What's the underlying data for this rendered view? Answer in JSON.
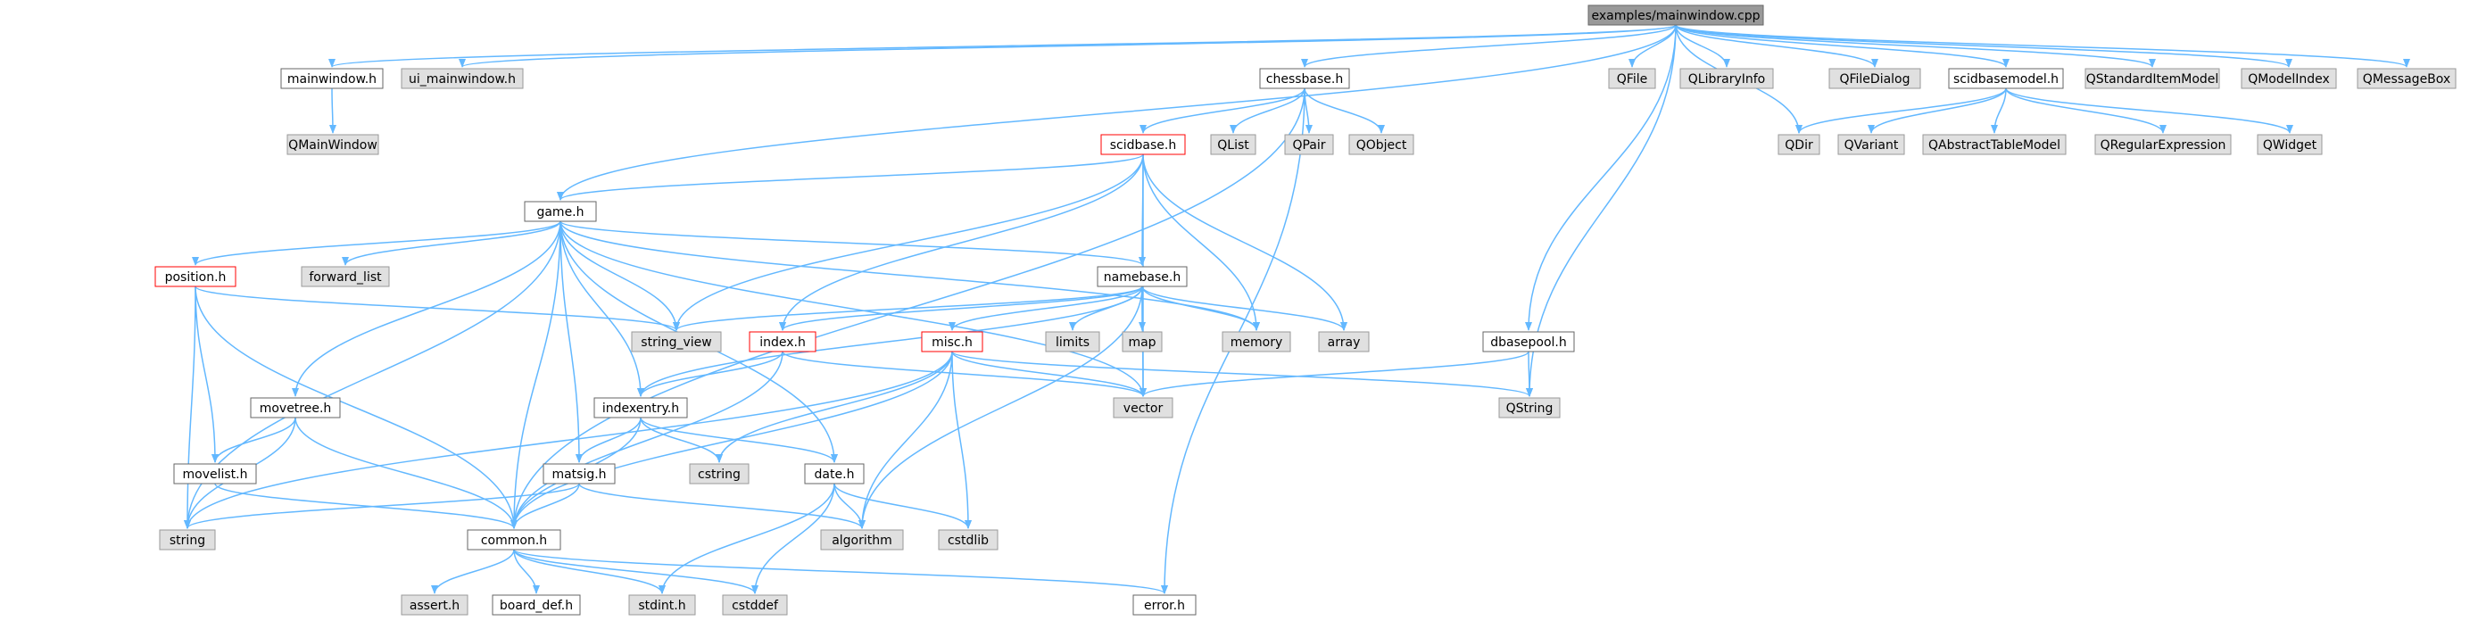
{
  "graph": {
    "colors": {
      "edge": "#63b8ff",
      "root_fill": "#999999",
      "root_border": "#666666",
      "internal_fill": "#ffffff",
      "internal_border": "#666666",
      "incomplete_border": "#ff0000",
      "external_fill": "#e0e0e0",
      "external_border": "#999999"
    },
    "nodes": [
      {
        "id": "root",
        "label": "examples/mainwindow.cpp",
        "kind": "root"
      },
      {
        "id": "mainwindow_h",
        "label": "mainwindow.h",
        "kind": "internal"
      },
      {
        "id": "ui_mainwindow_h",
        "label": "ui_mainwindow.h",
        "kind": "external"
      },
      {
        "id": "chessbase_h",
        "label": "chessbase.h",
        "kind": "internal"
      },
      {
        "id": "QFile",
        "label": "QFile",
        "kind": "external"
      },
      {
        "id": "QLibraryInfo",
        "label": "QLibraryInfo",
        "kind": "external"
      },
      {
        "id": "QFileDialog",
        "label": "QFileDialog",
        "kind": "external"
      },
      {
        "id": "scidbasemodel_h",
        "label": "scidbasemodel.h",
        "kind": "internal"
      },
      {
        "id": "QStandardItemModel",
        "label": "QStandardItemModel",
        "kind": "external"
      },
      {
        "id": "QModelIndex",
        "label": "QModelIndex",
        "kind": "external"
      },
      {
        "id": "QMessageBox",
        "label": "QMessageBox",
        "kind": "external"
      },
      {
        "id": "QMainWindow",
        "label": "QMainWindow",
        "kind": "external"
      },
      {
        "id": "scidbase_h",
        "label": "scidbase.h",
        "kind": "incomplete"
      },
      {
        "id": "QList",
        "label": "QList",
        "kind": "external"
      },
      {
        "id": "QPair",
        "label": "QPair",
        "kind": "external"
      },
      {
        "id": "QObject",
        "label": "QObject",
        "kind": "external"
      },
      {
        "id": "QDir",
        "label": "QDir",
        "kind": "external"
      },
      {
        "id": "QVariant",
        "label": "QVariant",
        "kind": "external"
      },
      {
        "id": "QAbstractTableModel",
        "label": "QAbstractTableModel",
        "kind": "external"
      },
      {
        "id": "QRegularExpression",
        "label": "QRegularExpression",
        "kind": "external"
      },
      {
        "id": "QWidget",
        "label": "QWidget",
        "kind": "external"
      },
      {
        "id": "game_h",
        "label": "game.h",
        "kind": "internal"
      },
      {
        "id": "position_h",
        "label": "position.h",
        "kind": "incomplete"
      },
      {
        "id": "forward_list",
        "label": "forward_list",
        "kind": "external"
      },
      {
        "id": "namebase_h",
        "label": "namebase.h",
        "kind": "internal"
      },
      {
        "id": "string_view",
        "label": "string_view",
        "kind": "external"
      },
      {
        "id": "index_h",
        "label": "index.h",
        "kind": "incomplete"
      },
      {
        "id": "limits",
        "label": "limits",
        "kind": "external"
      },
      {
        "id": "map",
        "label": "map",
        "kind": "external"
      },
      {
        "id": "memory",
        "label": "memory",
        "kind": "external"
      },
      {
        "id": "array",
        "label": "array",
        "kind": "external"
      },
      {
        "id": "misc_h",
        "label": "misc.h",
        "kind": "incomplete"
      },
      {
        "id": "dbasepool_h",
        "label": "dbasepool.h",
        "kind": "internal"
      },
      {
        "id": "movetree_h",
        "label": "movetree.h",
        "kind": "internal"
      },
      {
        "id": "indexentry_h",
        "label": "indexentry.h",
        "kind": "internal"
      },
      {
        "id": "vector",
        "label": "vector",
        "kind": "external"
      },
      {
        "id": "QString",
        "label": "QString",
        "kind": "external"
      },
      {
        "id": "movelist_h",
        "label": "movelist.h",
        "kind": "internal"
      },
      {
        "id": "matsig_h",
        "label": "matsig.h",
        "kind": "internal"
      },
      {
        "id": "cstring",
        "label": "cstring",
        "kind": "external"
      },
      {
        "id": "date_h",
        "label": "date.h",
        "kind": "internal"
      },
      {
        "id": "string",
        "label": "string",
        "kind": "external"
      },
      {
        "id": "common_h",
        "label": "common.h",
        "kind": "internal"
      },
      {
        "id": "algorithm",
        "label": "algorithm",
        "kind": "external"
      },
      {
        "id": "cstdlib",
        "label": "cstdlib",
        "kind": "external"
      },
      {
        "id": "assert_h",
        "label": "assert.h",
        "kind": "external"
      },
      {
        "id": "board_def_h",
        "label": "board_def.h",
        "kind": "internal"
      },
      {
        "id": "stdint_h",
        "label": "stdint.h",
        "kind": "external"
      },
      {
        "id": "cstddef",
        "label": "cstddef",
        "kind": "external"
      },
      {
        "id": "error_h",
        "label": "error.h",
        "kind": "internal"
      }
    ],
    "edges": [
      [
        "root",
        "mainwindow_h"
      ],
      [
        "root",
        "ui_mainwindow_h"
      ],
      [
        "root",
        "chessbase_h"
      ],
      [
        "root",
        "game_h"
      ],
      [
        "root",
        "dbasepool_h"
      ],
      [
        "root",
        "QString"
      ],
      [
        "root",
        "QFile"
      ],
      [
        "root",
        "QLibraryInfo"
      ],
      [
        "root",
        "QDir"
      ],
      [
        "root",
        "QFileDialog"
      ],
      [
        "root",
        "scidbasemodel_h"
      ],
      [
        "root",
        "QStandardItemModel"
      ],
      [
        "root",
        "QModelIndex"
      ],
      [
        "root",
        "QMessageBox"
      ],
      [
        "mainwindow_h",
        "QMainWindow"
      ],
      [
        "chessbase_h",
        "scidbase_h"
      ],
      [
        "chessbase_h",
        "QList"
      ],
      [
        "chessbase_h",
        "QPair"
      ],
      [
        "chessbase_h",
        "QObject"
      ],
      [
        "chessbase_h",
        "common_h"
      ],
      [
        "chessbase_h",
        "error_h"
      ],
      [
        "scidbasemodel_h",
        "QDir"
      ],
      [
        "scidbasemodel_h",
        "QVariant"
      ],
      [
        "scidbasemodel_h",
        "QAbstractTableModel"
      ],
      [
        "scidbasemodel_h",
        "QRegularExpression"
      ],
      [
        "scidbasemodel_h",
        "QWidget"
      ],
      [
        "scidbase_h",
        "game_h"
      ],
      [
        "scidbase_h",
        "namebase_h"
      ],
      [
        "scidbase_h",
        "string_view"
      ],
      [
        "scidbase_h",
        "index_h"
      ],
      [
        "scidbase_h",
        "memory"
      ],
      [
        "scidbase_h",
        "array"
      ],
      [
        "scidbase_h",
        "vector"
      ],
      [
        "game_h",
        "position_h"
      ],
      [
        "game_h",
        "forward_list"
      ],
      [
        "game_h",
        "namebase_h"
      ],
      [
        "game_h",
        "string_view"
      ],
      [
        "game_h",
        "movetree_h"
      ],
      [
        "game_h",
        "indexentry_h"
      ],
      [
        "game_h",
        "matsig_h"
      ],
      [
        "game_h",
        "date_h"
      ],
      [
        "game_h",
        "string"
      ],
      [
        "game_h",
        "common_h"
      ],
      [
        "game_h",
        "vector"
      ],
      [
        "game_h",
        "memory"
      ],
      [
        "position_h",
        "string_view"
      ],
      [
        "position_h",
        "movelist_h"
      ],
      [
        "position_h",
        "string"
      ],
      [
        "position_h",
        "common_h"
      ],
      [
        "namebase_h",
        "index_h"
      ],
      [
        "namebase_h",
        "limits"
      ],
      [
        "namebase_h",
        "map"
      ],
      [
        "namebase_h",
        "memory"
      ],
      [
        "namebase_h",
        "array"
      ],
      [
        "namebase_h",
        "misc_h"
      ],
      [
        "namebase_h",
        "vector"
      ],
      [
        "namebase_h",
        "string_view"
      ],
      [
        "namebase_h",
        "indexentry_h"
      ],
      [
        "namebase_h",
        "algorithm"
      ],
      [
        "index_h",
        "indexentry_h"
      ],
      [
        "index_h",
        "vector"
      ],
      [
        "index_h",
        "common_h"
      ],
      [
        "misc_h",
        "QString"
      ],
      [
        "misc_h",
        "vector"
      ],
      [
        "misc_h",
        "cstring"
      ],
      [
        "misc_h",
        "algorithm"
      ],
      [
        "misc_h",
        "cstdlib"
      ],
      [
        "misc_h",
        "common_h"
      ],
      [
        "misc_h",
        "string"
      ],
      [
        "dbasepool_h",
        "QString"
      ],
      [
        "dbasepool_h",
        "vector"
      ],
      [
        "movetree_h",
        "movelist_h"
      ],
      [
        "movetree_h",
        "string"
      ],
      [
        "movetree_h",
        "common_h"
      ],
      [
        "indexentry_h",
        "matsig_h"
      ],
      [
        "indexentry_h",
        "cstring"
      ],
      [
        "indexentry_h",
        "date_h"
      ],
      [
        "indexentry_h",
        "common_h"
      ],
      [
        "movelist_h",
        "common_h"
      ],
      [
        "matsig_h",
        "common_h"
      ],
      [
        "matsig_h",
        "string"
      ],
      [
        "matsig_h",
        "algorithm"
      ],
      [
        "date_h",
        "algorithm"
      ],
      [
        "date_h",
        "cstdlib"
      ],
      [
        "date_h",
        "stdint_h"
      ],
      [
        "date_h",
        "cstddef"
      ],
      [
        "common_h",
        "assert_h"
      ],
      [
        "common_h",
        "board_def_h"
      ],
      [
        "common_h",
        "stdint_h"
      ],
      [
        "common_h",
        "cstddef"
      ],
      [
        "common_h",
        "error_h"
      ]
    ]
  }
}
